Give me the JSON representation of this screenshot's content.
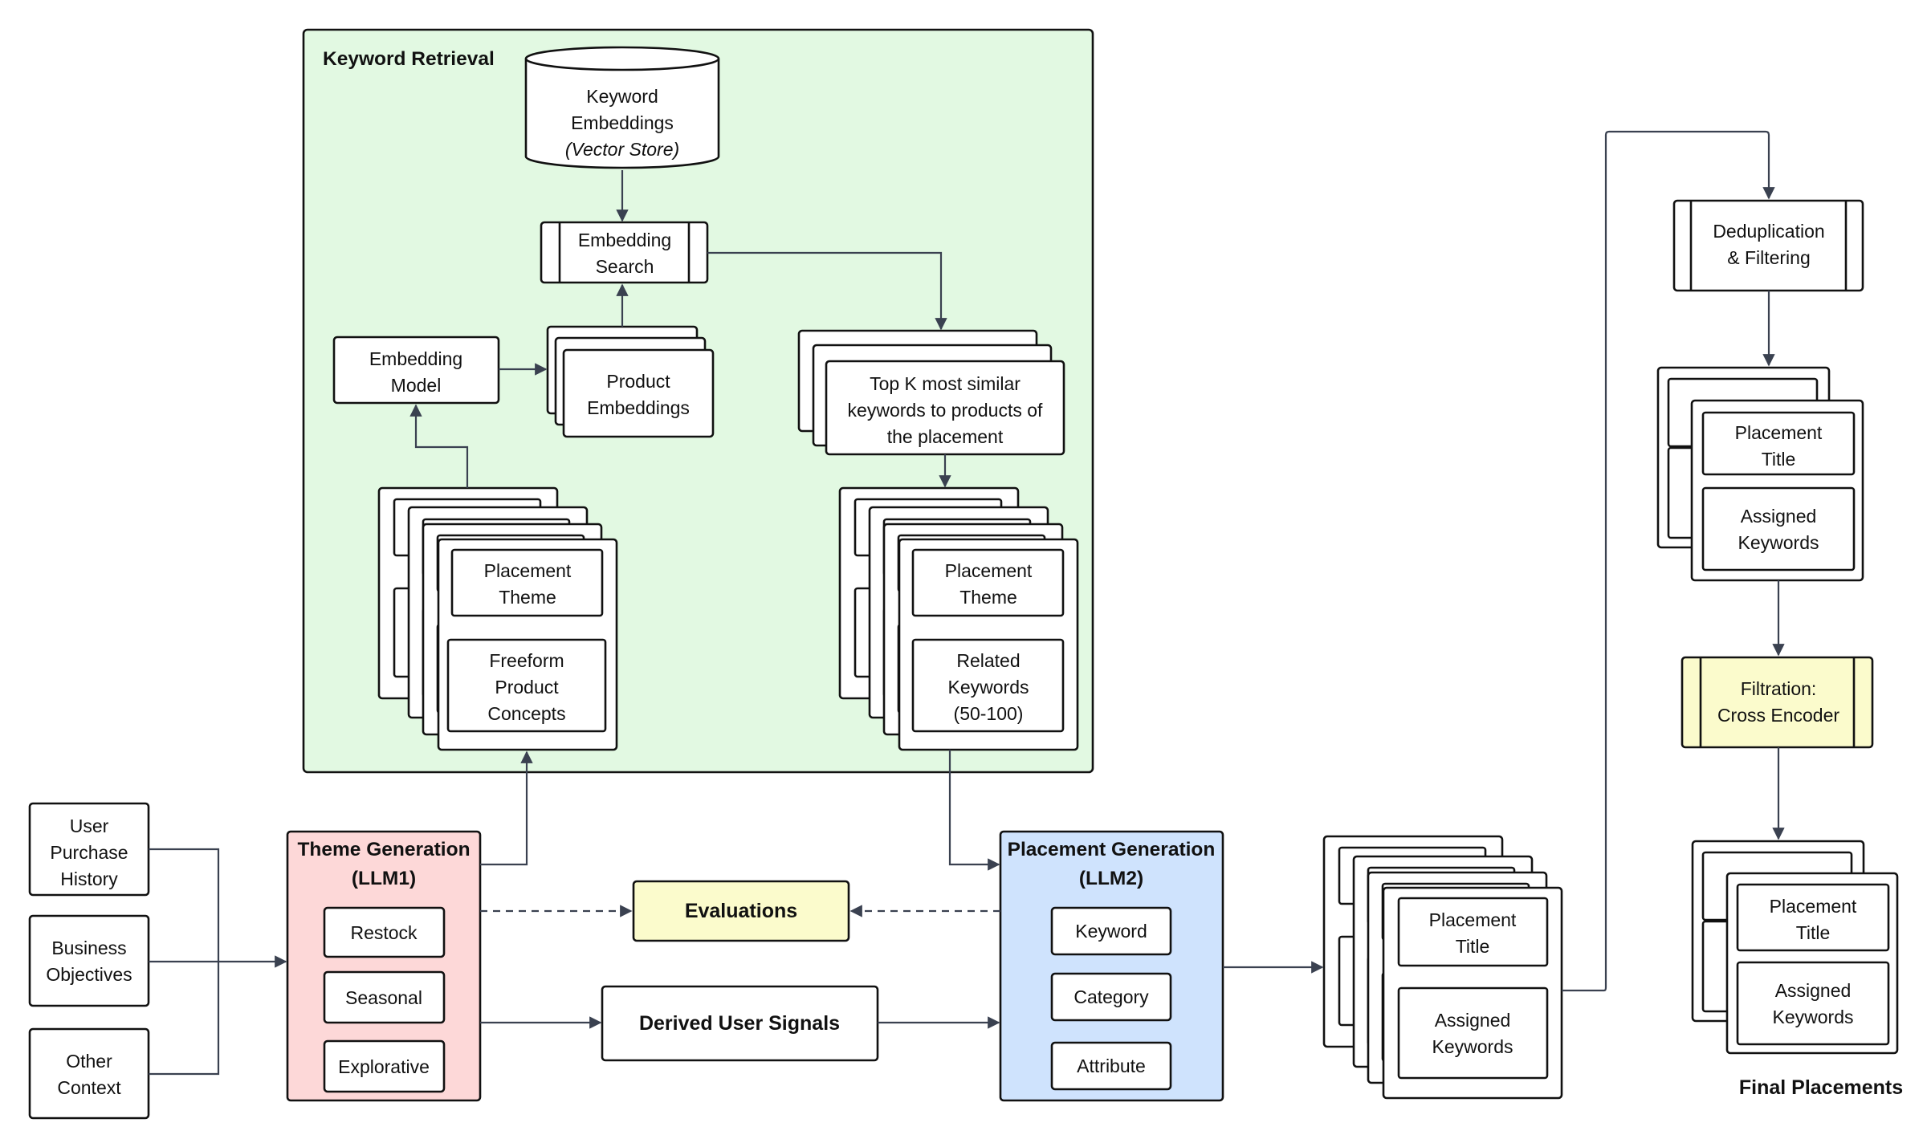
{
  "colors": {
    "retrieval_panel": "#e2f9e2",
    "theme_generation": "#fdd8d8",
    "placement_generation": "#cfe3fd",
    "highlight_yellow": "#fbfbcc",
    "stroke": "#111111",
    "connector": "#3a4150"
  },
  "keyword_retrieval": {
    "title": "Keyword Retrieval",
    "vector_store": {
      "line1": "Keyword",
      "line2": "Embeddings",
      "line3": "(Vector Store)"
    },
    "embedding_search": {
      "line1": "Embedding",
      "line2": "Search"
    },
    "embedding_model": {
      "line1": "Embedding",
      "line2": "Model"
    },
    "product_embeddings": {
      "line1": "Product",
      "line2": "Embeddings"
    },
    "top_k": {
      "line1": "Top K most similar",
      "line2": "keywords to products of",
      "line3": "the placement"
    },
    "theme_stack": {
      "theme": {
        "line1": "Placement",
        "line2": "Theme"
      },
      "concepts": {
        "line1": "Freeform",
        "line2": "Product",
        "line3": "Concepts"
      }
    },
    "keyword_stack": {
      "theme": {
        "line1": "Placement",
        "line2": "Theme"
      },
      "keywords": {
        "line1": "Related",
        "line2": "Keywords",
        "line3": "(50-100)"
      }
    }
  },
  "inputs": {
    "user_history": {
      "line1": "User",
      "line2": "Purchase",
      "line3": "History"
    },
    "business": {
      "line1": "Business",
      "line2": "Objectives"
    },
    "other": {
      "line1": "Other",
      "line2": "Context"
    }
  },
  "theme_generation": {
    "title1": "Theme Generation",
    "title2": "(LLM1)",
    "items": [
      "Restock",
      "Seasonal",
      "Explorative"
    ]
  },
  "evaluations": "Evaluations",
  "derived_signals": "Derived User Signals",
  "placement_generation": {
    "title1": "Placement Generation",
    "title2": "(LLM2)",
    "items": [
      "Keyword",
      "Category",
      "Attribute"
    ]
  },
  "output_stack": {
    "title": {
      "line1": "Placement",
      "line2": "Title"
    },
    "keywords": {
      "line1": "Assigned",
      "line2": "Keywords"
    }
  },
  "dedup": {
    "line1": "Deduplication",
    "line2": "& Filtering"
  },
  "dedup_stack": {
    "title": {
      "line1": "Placement",
      "line2": "Title"
    },
    "keywords": {
      "line1": "Assigned",
      "line2": "Keywords"
    }
  },
  "filtration": {
    "line1": "Filtration:",
    "line2": "Cross Encoder"
  },
  "final_stack": {
    "title": {
      "line1": "Placement",
      "line2": "Title"
    },
    "keywords": {
      "line1": "Assigned",
      "line2": "Keywords"
    }
  },
  "final_label": "Final Placements"
}
